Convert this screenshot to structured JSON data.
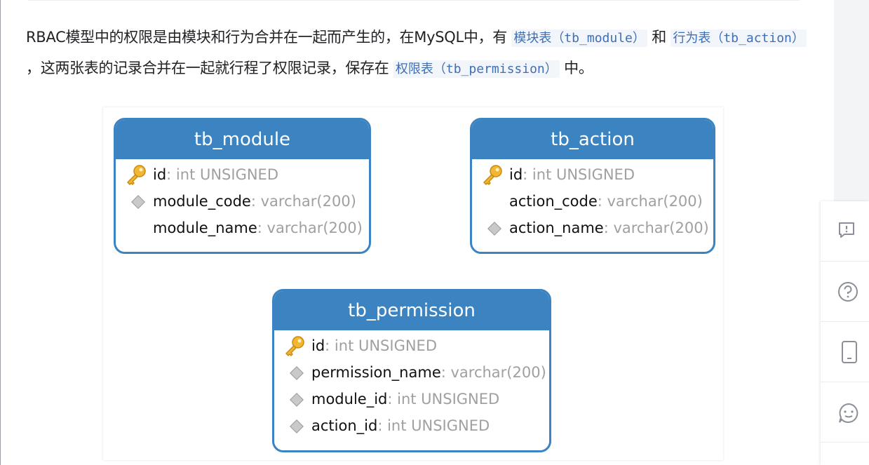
{
  "article": {
    "text_1": "RBAC模型中的权限是由模块和行为合并在一起而产生的，在MySQL中，有 ",
    "code_module_table": "模块表（tb_module）",
    "text_2": " 和 ",
    "code_action_table": "行为表（tb_action）",
    "text_3": " ，这两张表的记录合并在一起就行程了权限记录，保存在 ",
    "code_permission_table": "权限表（tb_permission）",
    "text_4": " 中。"
  },
  "diagram": {
    "tb_module": {
      "title": "tb_module",
      "fields": [
        {
          "name": "id",
          "type": ": int UNSIGNED",
          "icon": "key-icon"
        },
        {
          "name": "module_code",
          "type": ": varchar(200)",
          "icon": "diamond-icon"
        },
        {
          "name": "module_name",
          "type": ": varchar(200)",
          "icon": ""
        }
      ]
    },
    "tb_action": {
      "title": "tb_action",
      "fields": [
        {
          "name": "id",
          "type": ": int UNSIGNED",
          "icon": "key-icon"
        },
        {
          "name": "action_code",
          "type": ": varchar(200)",
          "icon": ""
        },
        {
          "name": "action_name",
          "type": ": varchar(200)",
          "icon": "diamond-icon"
        }
      ]
    },
    "tb_permission": {
      "title": "tb_permission",
      "fields": [
        {
          "name": "id",
          "type": ": int UNSIGNED",
          "icon": "key-icon"
        },
        {
          "name": "permission_name",
          "type": ": varchar(200)",
          "icon": "diamond-icon"
        },
        {
          "name": "module_id",
          "type": ": int UNSIGNED",
          "icon": "diamond-icon"
        },
        {
          "name": "action_id",
          "type": ": int UNSIGNED",
          "icon": "diamond-icon"
        }
      ]
    }
  },
  "sidebar": {
    "buttons": [
      {
        "icon": "feedback-icon"
      },
      {
        "icon": "help-icon"
      },
      {
        "icon": "mobile-icon"
      },
      {
        "icon": "chat-icon"
      }
    ]
  },
  "colors": {
    "header_blue": "#3b83c1",
    "code_text": "#3f6fb5",
    "type_gray": "#a0a0a0"
  }
}
